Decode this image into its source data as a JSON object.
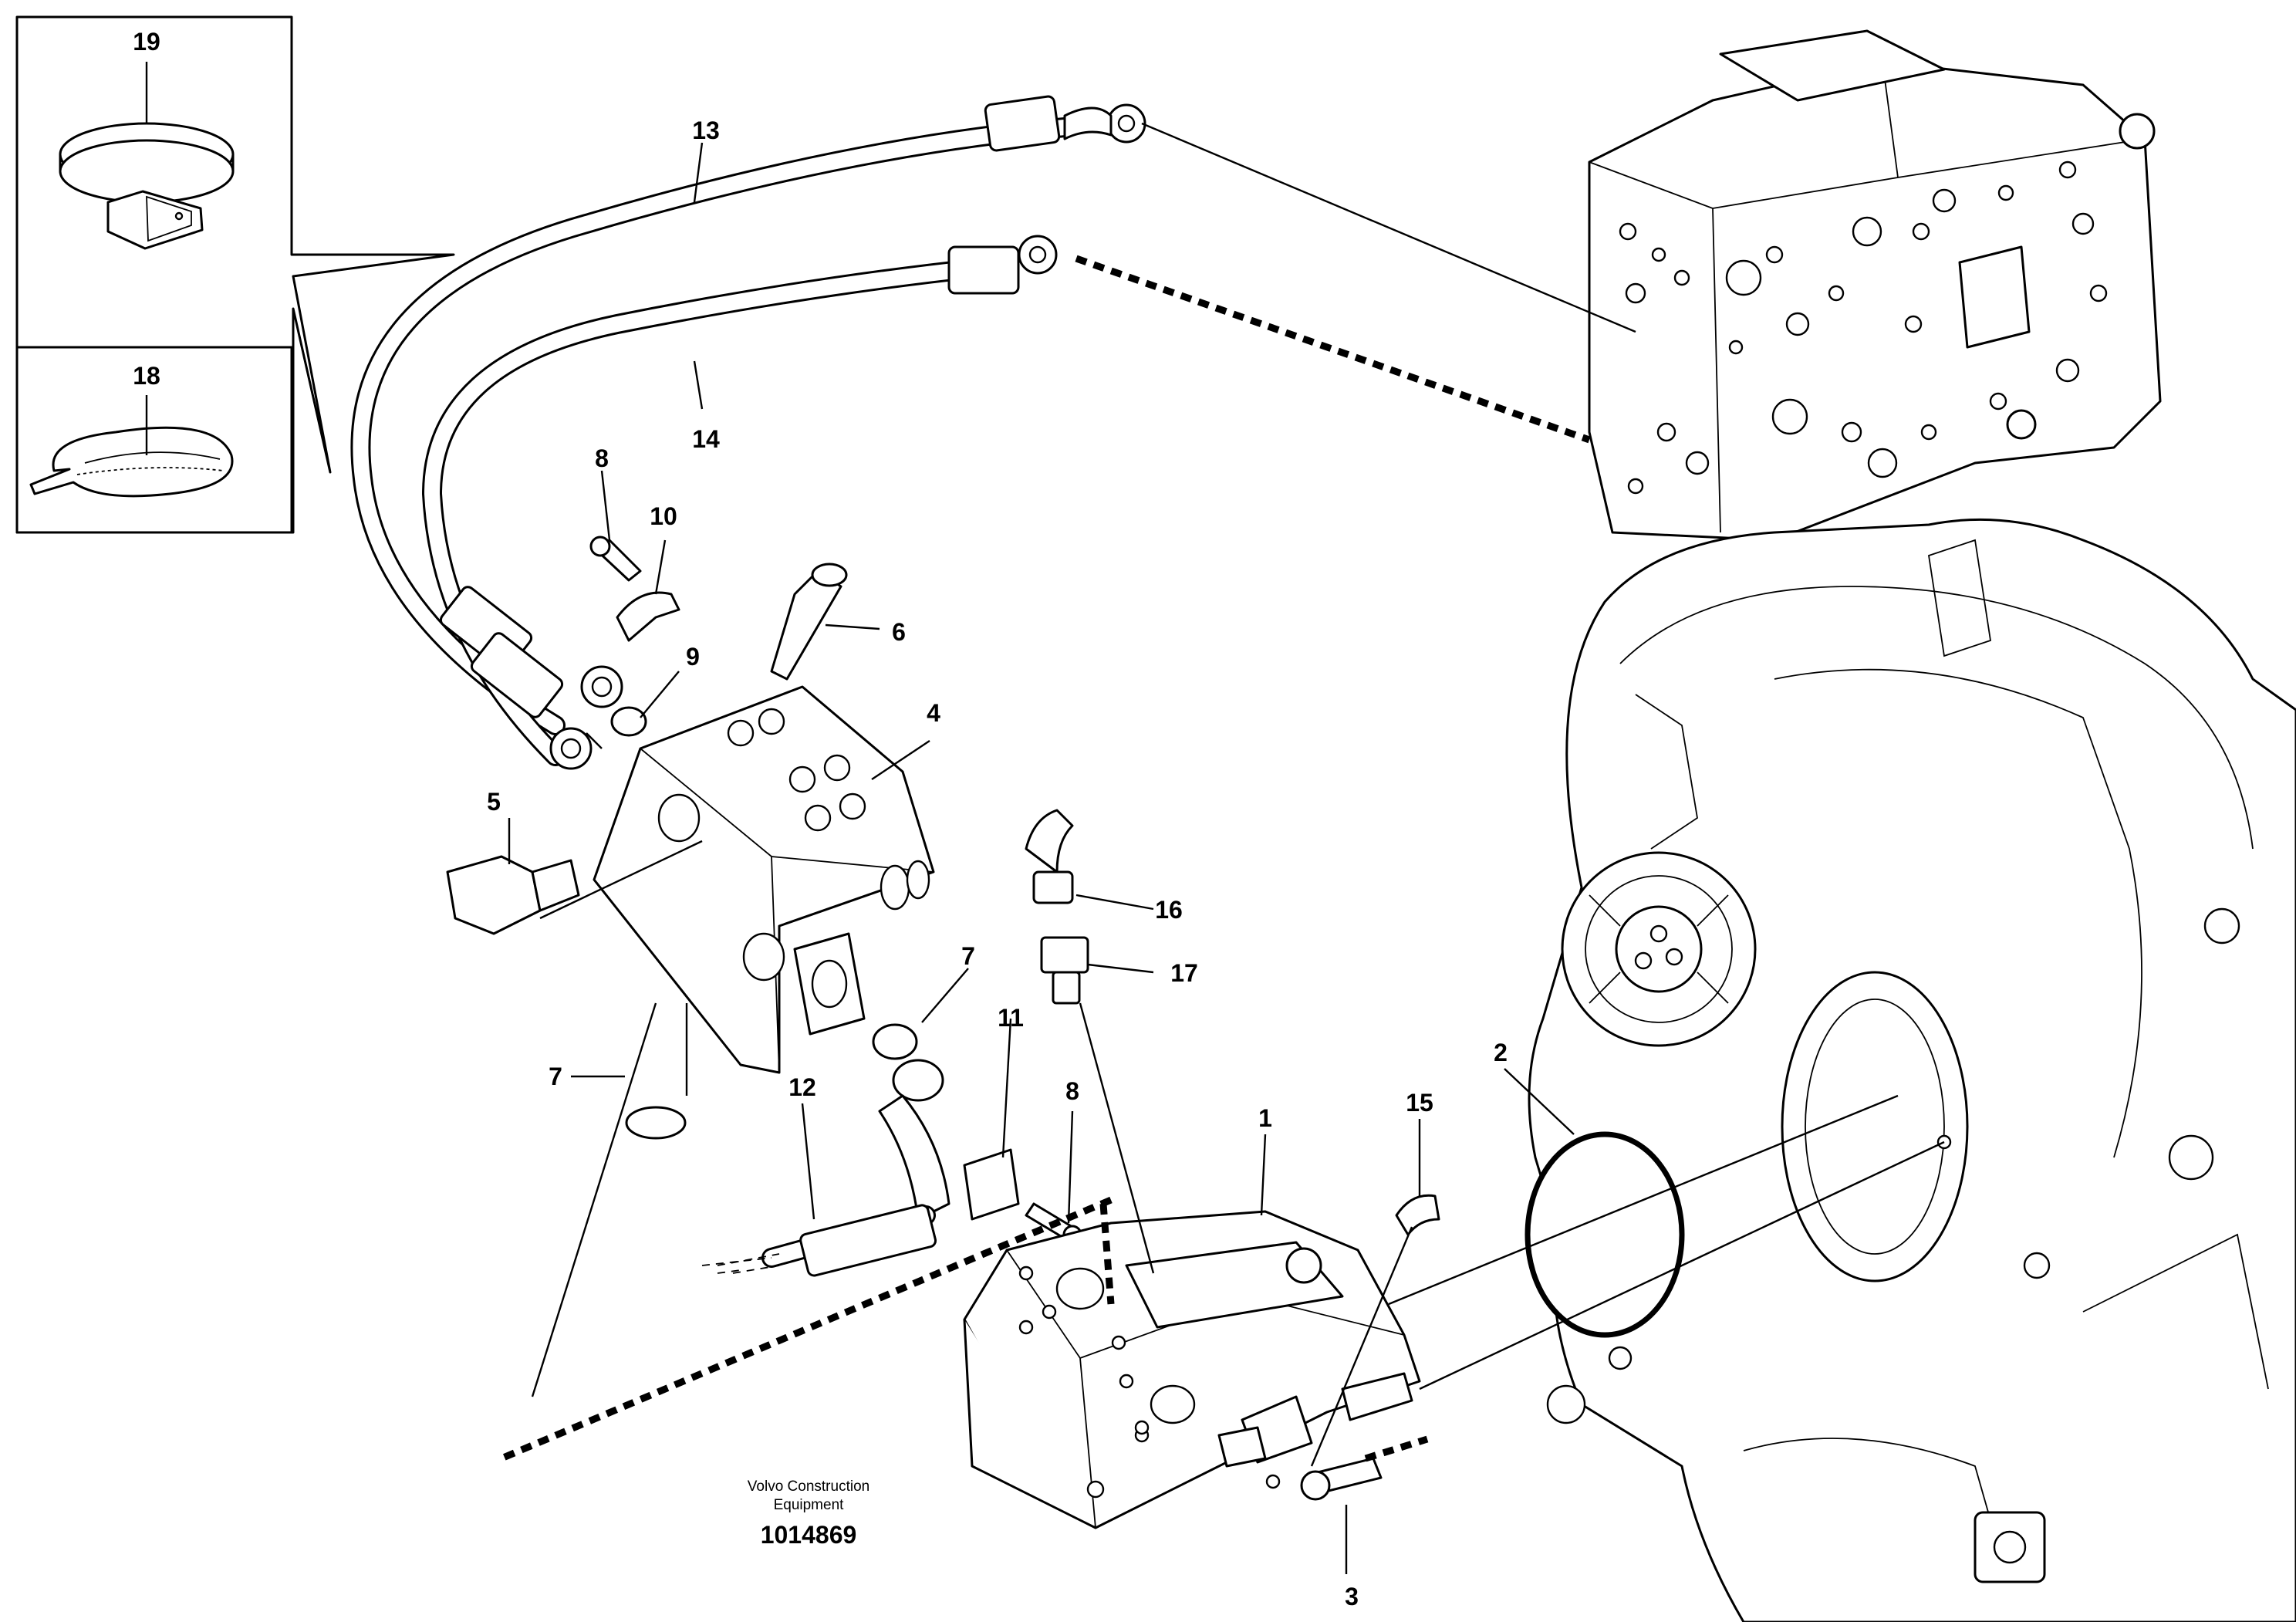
{
  "callouts": {
    "c1": "1",
    "c2": "2",
    "c3": "3",
    "c4": "4",
    "c5": "5",
    "c6": "6",
    "c7a": "7",
    "c7b": "7",
    "c8a": "8",
    "c8b": "8",
    "c9": "9",
    "c10": "10",
    "c11": "11",
    "c12": "12",
    "c13": "13",
    "c14": "14",
    "c15": "15",
    "c16": "16",
    "c17": "17",
    "c18": "18",
    "c19": "19"
  },
  "credit": {
    "line1": "Volvo Construction",
    "line2": "Equipment",
    "doc_number": "1014869"
  }
}
